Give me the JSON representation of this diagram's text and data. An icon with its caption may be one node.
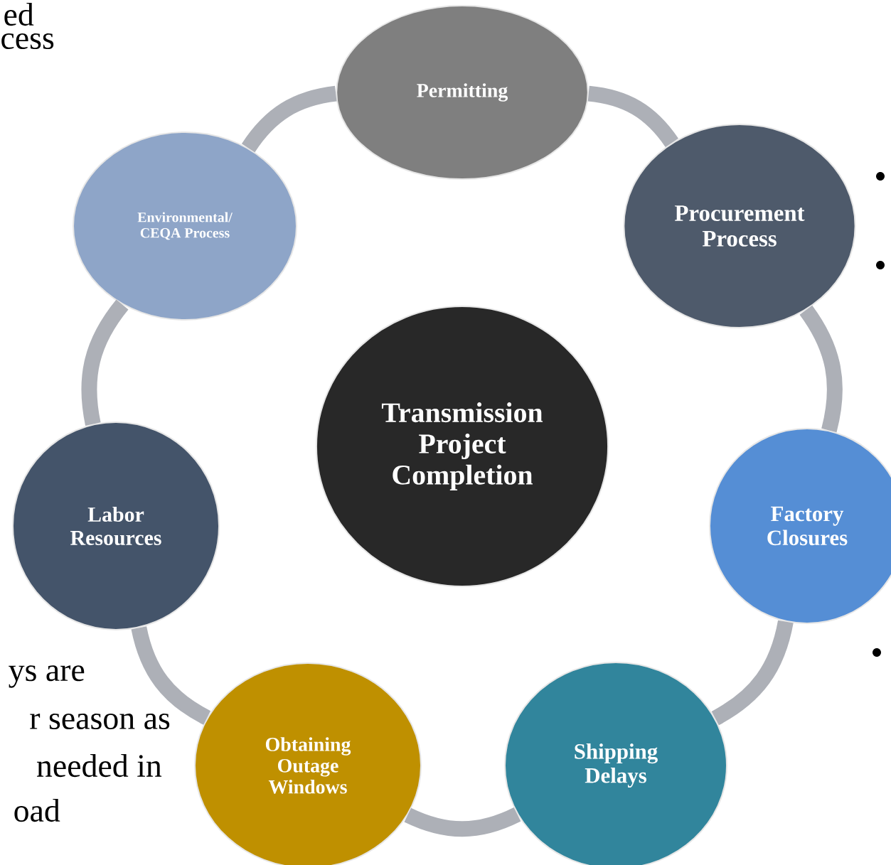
{
  "diagram": {
    "nodes": [
      {
        "text": [
          "Transmission Project Completion"
        ]
      },
      {
        "text": [
          "Permitting"
        ]
      },
      {
        "text": [
          "Procurement Process"
        ]
      },
      {
        "text": [
          "Factory Closures"
        ]
      },
      {
        "text": [
          "Shipping Delays"
        ]
      },
      {
        "text": [
          "Obtaining Outage Windows"
        ]
      },
      {
        "text": [
          "Labor Resources"
        ]
      },
      {
        "text": [
          "Environmental/ CEQA Process"
        ]
      }
    ],
    "edges": [
      {
        "from": 1,
        "to": 2,
        "arrow": "none"
      },
      {
        "from": 2,
        "to": 3,
        "arrow": "none"
      },
      {
        "from": 3,
        "to": 4,
        "arrow": "none"
      },
      {
        "from": 4,
        "to": 5,
        "arrow": "none"
      },
      {
        "from": 5,
        "to": 6,
        "arrow": "none"
      },
      {
        "from": 6,
        "to": 7,
        "arrow": "none"
      },
      {
        "from": 7,
        "to": 1,
        "arrow": "none"
      }
    ],
    "labels": [
      "ed",
      "cess",
      "ys are",
      "r season as",
      "needed in",
      "oad"
    ]
  }
}
